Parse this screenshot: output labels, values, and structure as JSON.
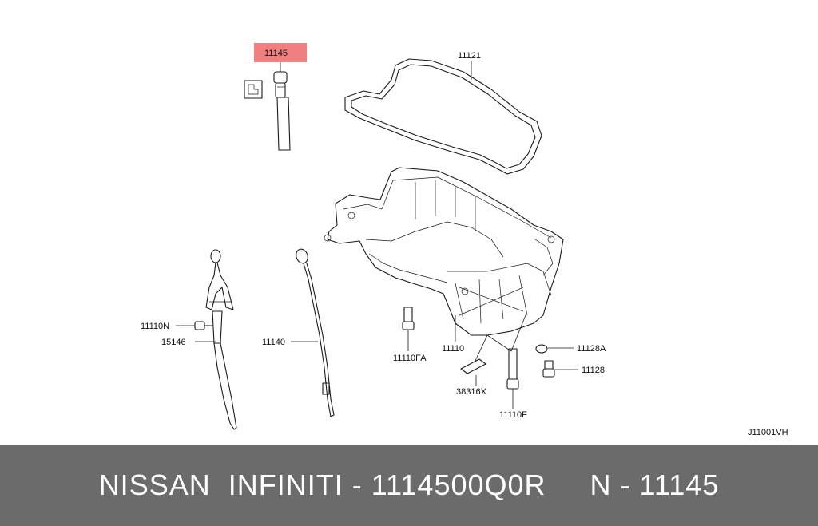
{
  "diagram": {
    "highlight_color": "#f08080",
    "ref_code": "J11001VH",
    "labels": {
      "p11145": "11145",
      "p11121": "11121",
      "p11110N": "11110N",
      "p15146": "15146",
      "p11140": "11140",
      "p11110FA": "11110FA",
      "p11110": "11110",
      "p11128A": "11128A",
      "p11128": "11128",
      "p38316X": "38316X",
      "p11110F": "11110F"
    }
  },
  "footer": {
    "text": "NISSAN  INFINITI - 1114500Q0R     N - 11145",
    "background": "#6b6b6b"
  }
}
